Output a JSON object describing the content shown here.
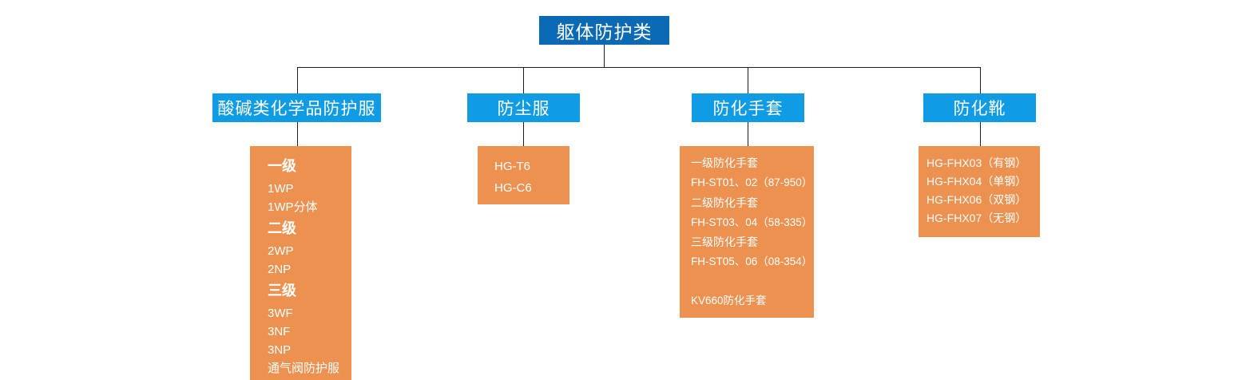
{
  "colors": {
    "root_node": "#0C69B4",
    "branch_node": "#109BE5",
    "panel": "#ED9150",
    "connector": "#1A1A1A",
    "text_on_fill": "#FFFFFF",
    "background": "#FFFFFF"
  },
  "root": {
    "label": "躯体防护类"
  },
  "branches": [
    {
      "id": "acid-alkali-chemical-suit",
      "label": "酸碱类化学品防护服",
      "panel_rows": [
        {
          "text": "一级",
          "style": "grade"
        },
        {
          "text": "1WP",
          "style": "item"
        },
        {
          "text": "1WP分体",
          "style": "item"
        },
        {
          "text": "二级",
          "style": "grade"
        },
        {
          "text": "2WP",
          "style": "item"
        },
        {
          "text": "2NP",
          "style": "item"
        },
        {
          "text": "三级",
          "style": "grade"
        },
        {
          "text": "3WF",
          "style": "item"
        },
        {
          "text": "3NF",
          "style": "item"
        },
        {
          "text": "3NP",
          "style": "item"
        },
        {
          "text": "通气阀防护服",
          "style": "item"
        }
      ]
    },
    {
      "id": "dust-suit",
      "label": "防尘服",
      "panel_rows": [
        {
          "text": "HG-T6",
          "style": "item"
        },
        {
          "text": "HG-C6",
          "style": "item"
        }
      ]
    },
    {
      "id": "chemical-gloves",
      "label": "防化手套",
      "panel_rows": [
        {
          "text": "一级防化手套",
          "style": "heading"
        },
        {
          "text": "FH-ST01、02（87-950）",
          "style": "item"
        },
        {
          "text": "二级防化手套",
          "style": "heading"
        },
        {
          "text": "FH-ST03、04（58-335）",
          "style": "item"
        },
        {
          "text": "三级防化手套",
          "style": "heading"
        },
        {
          "text": "FH-ST05、06（08-354）",
          "style": "item"
        },
        {
          "text": "",
          "style": "spacer"
        },
        {
          "text": "KV660防化手套",
          "style": "item"
        }
      ]
    },
    {
      "id": "chemical-boots",
      "label": "防化靴",
      "panel_rows": [
        {
          "text": "HG-FHX03（有钢）",
          "style": "item"
        },
        {
          "text": "HG-FHX04（单钢）",
          "style": "item"
        },
        {
          "text": "HG-FHX06（双钢）",
          "style": "item"
        },
        {
          "text": "HG-FHX07（无钢）",
          "style": "item"
        }
      ]
    }
  ]
}
